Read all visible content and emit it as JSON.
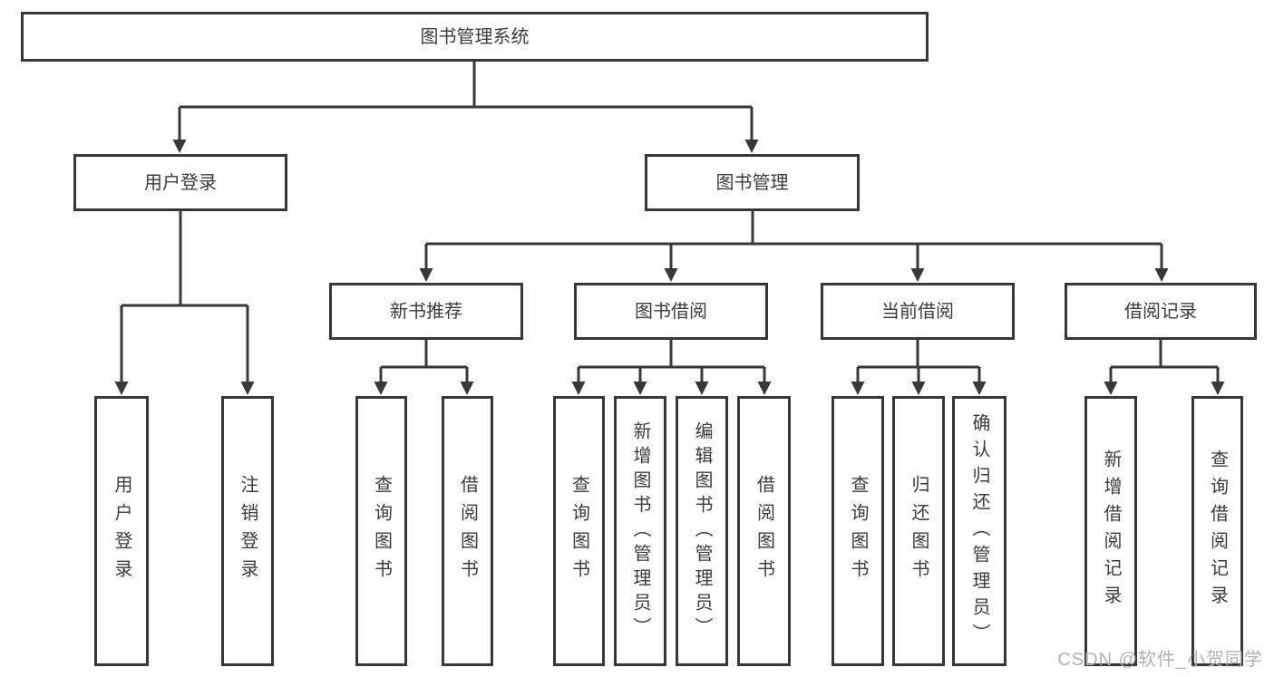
{
  "colors": {
    "line": "#383838",
    "text": "#3c3c3c",
    "box_background": "#ffffff",
    "page_background": "#ffffff",
    "watermark": "#b3b3b3"
  },
  "nodes": {
    "root": {
      "label": "图书管理系统"
    },
    "user_login": {
      "label": "用户登录"
    },
    "book_mgmt": {
      "label": "图书管理"
    },
    "new_books": {
      "label": "新书推荐"
    },
    "book_borrow": {
      "label": "图书借阅"
    },
    "current_borrow": {
      "label": "当前借阅"
    },
    "borrow_records": {
      "label": "借阅记录"
    },
    "leaf_user_login": {
      "label": "用户登录"
    },
    "leaf_logout": {
      "label": "注销登录"
    },
    "leaf_nb_query": {
      "label": "查询图书"
    },
    "leaf_nb_borrow": {
      "label": "借阅图书"
    },
    "leaf_bb_query": {
      "label": "查询图书"
    },
    "leaf_bb_add": {
      "label": "新增图书（管理员）"
    },
    "leaf_bb_edit": {
      "label": "编辑图书（管理员）"
    },
    "leaf_bb_borrow": {
      "label": "借阅图书"
    },
    "leaf_cb_query": {
      "label": "查询图书"
    },
    "leaf_cb_return": {
      "label": "归还图书"
    },
    "leaf_cb_confirm": {
      "label": "确认归还（管理员）"
    },
    "leaf_br_add": {
      "label": "新增借阅记录"
    },
    "leaf_br_query": {
      "label": "查询借阅记录"
    }
  },
  "watermark": {
    "text": "CSDN @软件_小贺同学"
  }
}
